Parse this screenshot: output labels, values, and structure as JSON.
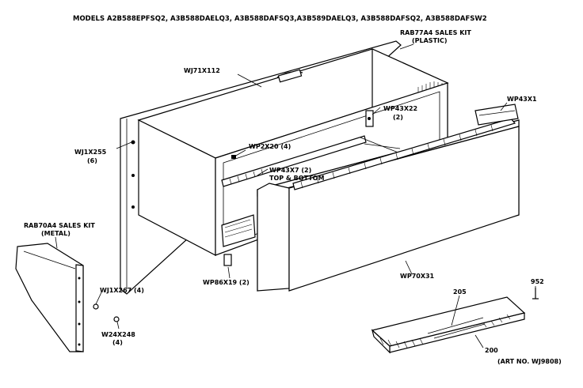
{
  "header": {
    "models": "MODELS A2B588EPFSQ2, A3B588DAELQ3, A3B588DAFSQ3,A3B589DAELQ3, A3B588DAFSQ2, A3B588DAFSW2"
  },
  "labels": {
    "kit_plastic_line1": "RAB77A4 SALES KIT",
    "kit_plastic_line2": "(PLASTIC)",
    "wj71x112": "WJ71X112",
    "wp43x1": "WP43X1",
    "wp43x22": "WP43X22",
    "wp43x22_qty": "(2)",
    "wj1x255": "WJ1X255",
    "wj1x255_qty": "(6)",
    "wp2x20": "WP2X20 (4)",
    "wp43x7": "WP43X7 (2)",
    "wp43x7_note": "TOP & BOTTOM",
    "kit_metal_line1": "RAB70A4 SALES KIT",
    "kit_metal_line2": "(METAL)",
    "wj1x267": "WJ1X267 (4)",
    "w24x248": "W24X248",
    "w24x248_qty": "(4)",
    "wp86x19": "WP86X19 (2)",
    "wp70x31": "WP70X31",
    "part_952": "952",
    "part_205": "205",
    "part_200": "200",
    "art_no": "(ART NO. WJ9808)"
  }
}
